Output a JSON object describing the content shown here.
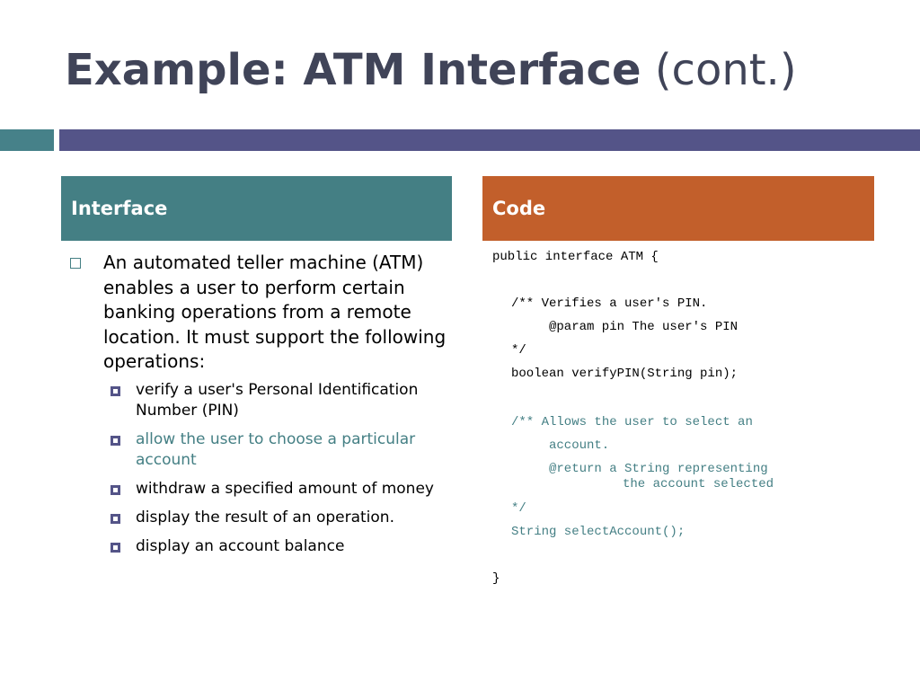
{
  "title": {
    "bold": "Example: ATM Interface",
    "light": "(cont.)"
  },
  "columns": {
    "left_header": "Interface",
    "right_header": "Code"
  },
  "interface": {
    "intro": "An automated teller machine (ATM) enables a user to perform certain banking operations from a remote location. It must support the following operations:",
    "operations": [
      "verify a user's Personal Identification Number (PIN)",
      "allow the user to choose a particular account",
      "withdraw a specified amount of money",
      "display the result of an operation.",
      "display an account balance"
    ]
  },
  "code": {
    "lines": [
      "public interface ATM {",
      "/** Verifies a user's PIN.",
      "@param pin The user's PIN",
      "*/",
      "boolean verifyPIN(String pin);",
      "/** Allows the user to select an",
      "account.",
      "@return a String representing",
      "the account selected",
      "*/",
      "String selectAccount();",
      "}"
    ]
  },
  "colors": {
    "title": "#404458",
    "teal": "#447f84",
    "orange": "#c25f2b",
    "purple": "#545488"
  }
}
